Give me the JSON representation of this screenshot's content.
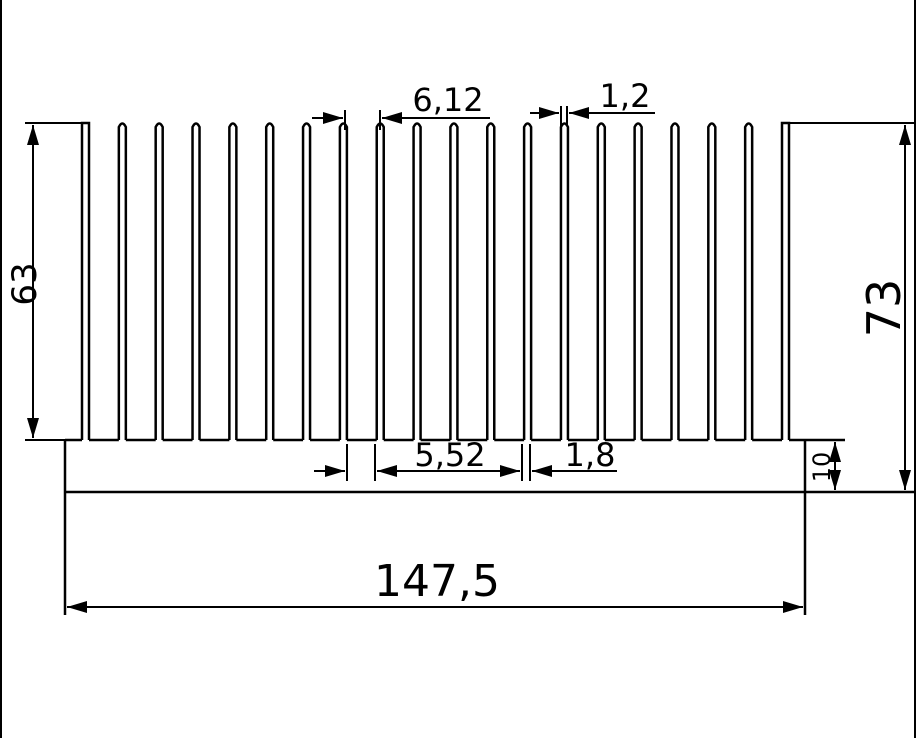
{
  "drawing": {
    "fin_count": 20,
    "dimensions": {
      "fin_height": "63",
      "total_height": "73",
      "base_thickness": "10",
      "total_width": "147,5",
      "fin_pitch": "6,12",
      "fin_tip": "1,2",
      "gap_width": "5,52",
      "fin_root": "1,8"
    }
  }
}
